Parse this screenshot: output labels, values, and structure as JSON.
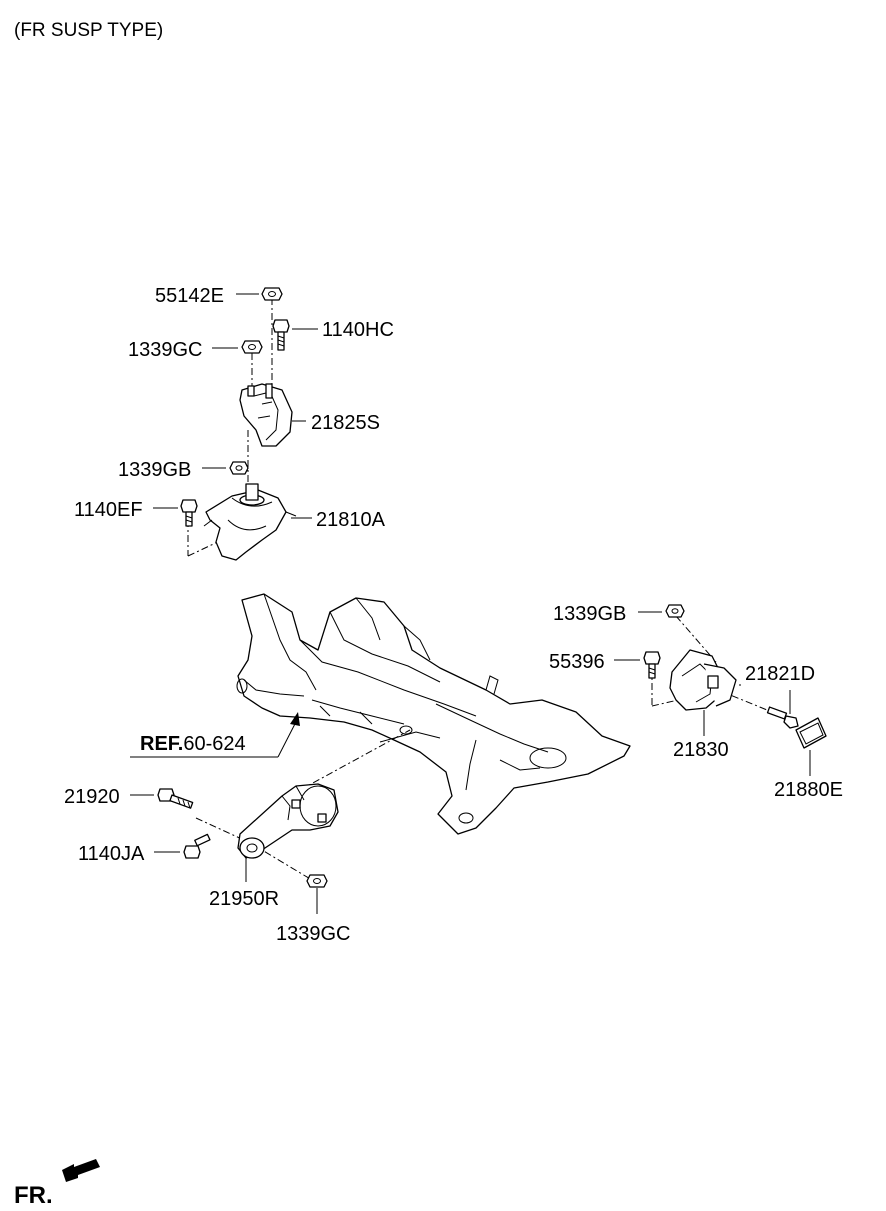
{
  "title": "(FR SUSP TYPE)",
  "direction_marker": "FR.",
  "reference": {
    "bold": "REF.",
    "number": "60-624"
  },
  "part_labels": {
    "p55142E": "55142E",
    "p1140HC": "1140HC",
    "p1339GC_top": "1339GC",
    "p21825S": "21825S",
    "p1339GB_top": "1339GB",
    "p1140EF": "1140EF",
    "p21810A": "21810A",
    "p1339GB_right": "1339GB",
    "p55396": "55396",
    "p21821D": "21821D",
    "p21830": "21830",
    "p21880E": "21880E",
    "p21920": "21920",
    "p1140JA": "1140JA",
    "p21950R": "21950R",
    "p1339GC_bottom": "1339GC"
  },
  "icons": [
    "front-direction-arrow-icon"
  ]
}
